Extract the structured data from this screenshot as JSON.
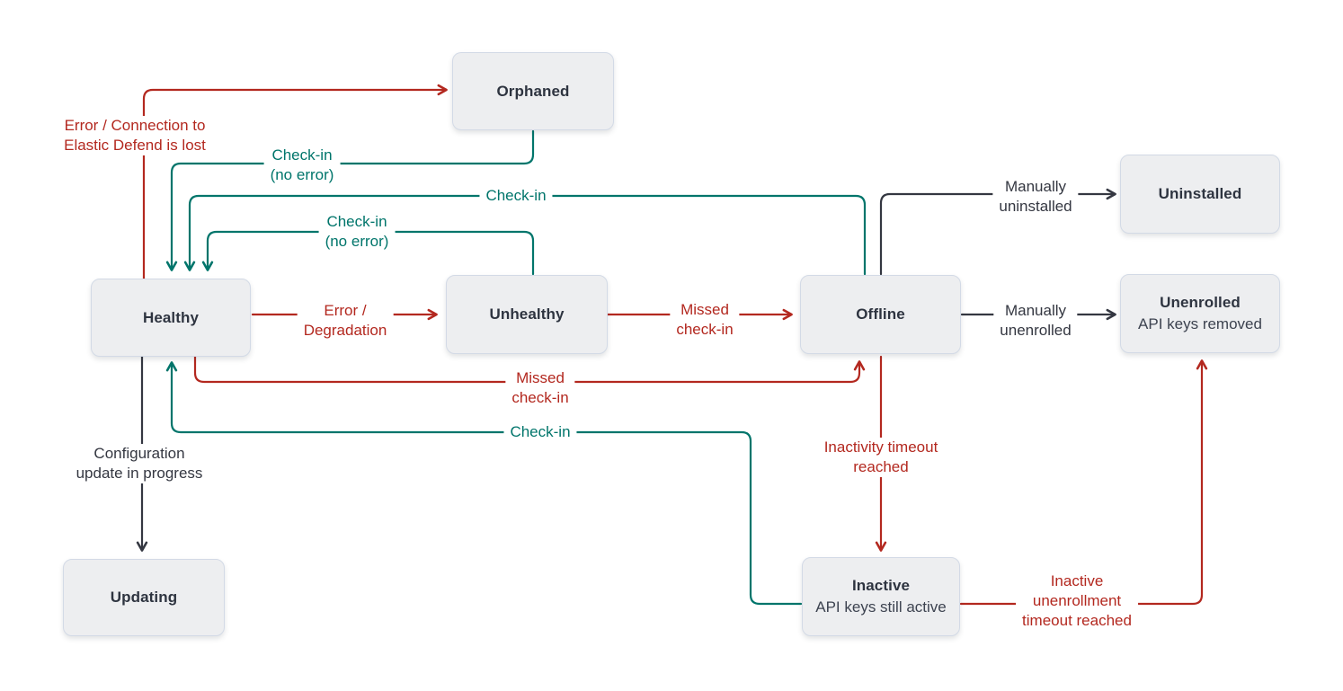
{
  "diagram": {
    "type": "state-diagram",
    "background": "#ffffff"
  },
  "colors": {
    "node_fill": "#edeef0",
    "node_border": "#d3dae6",
    "node_text": "#2e3440",
    "edge_error_red": "#b3281f",
    "edge_checkin_teal": "#00756b",
    "edge_manual_dark": "#343741"
  },
  "nodes": [
    {
      "id": "orphaned",
      "title": "Orphaned"
    },
    {
      "id": "healthy",
      "title": "Healthy"
    },
    {
      "id": "unhealthy",
      "title": "Unhealthy"
    },
    {
      "id": "offline",
      "title": "Offline"
    },
    {
      "id": "uninstalled",
      "title": "Uninstalled"
    },
    {
      "id": "unenrolled",
      "title": "Unenrolled",
      "subtitle": "API keys removed"
    },
    {
      "id": "updating",
      "title": "Updating"
    },
    {
      "id": "inactive",
      "title": "Inactive",
      "subtitle": "API keys still active"
    }
  ],
  "edges": [
    {
      "from": "healthy",
      "to": "orphaned",
      "color": "red",
      "label": "Error / Connection to\nElastic Defend is lost"
    },
    {
      "from": "orphaned",
      "to": "healthy",
      "color": "teal",
      "label": "Check-in\n(no error)"
    },
    {
      "from": "offline",
      "to": "healthy",
      "color": "teal",
      "label": "Check-in"
    },
    {
      "from": "unhealthy",
      "to": "healthy",
      "color": "teal",
      "label": "Check-in\n(no error)"
    },
    {
      "from": "healthy",
      "to": "unhealthy",
      "color": "red",
      "label": "Error /\nDegradation"
    },
    {
      "from": "unhealthy",
      "to": "offline",
      "color": "red",
      "label": "Missed\ncheck-in"
    },
    {
      "from": "healthy",
      "to": "offline",
      "color": "red",
      "label": "Missed\ncheck-in"
    },
    {
      "from": "offline",
      "to": "inactive",
      "color": "red",
      "label": "Inactivity timeout\nreached"
    },
    {
      "from": "inactive",
      "to": "healthy",
      "color": "teal",
      "label": "Check-in"
    },
    {
      "from": "healthy",
      "to": "updating",
      "color": "dark",
      "label": "Configuration\nupdate in progress"
    },
    {
      "from": "offline",
      "to": "uninstalled",
      "color": "dark",
      "label": "Manually\nuninstalled"
    },
    {
      "from": "offline",
      "to": "unenrolled",
      "color": "dark",
      "label": "Manually\nunenrolled"
    },
    {
      "from": "inactive",
      "to": "unenrolled",
      "color": "red",
      "label": "Inactive\nunenrollment\ntimeout reached"
    }
  ]
}
